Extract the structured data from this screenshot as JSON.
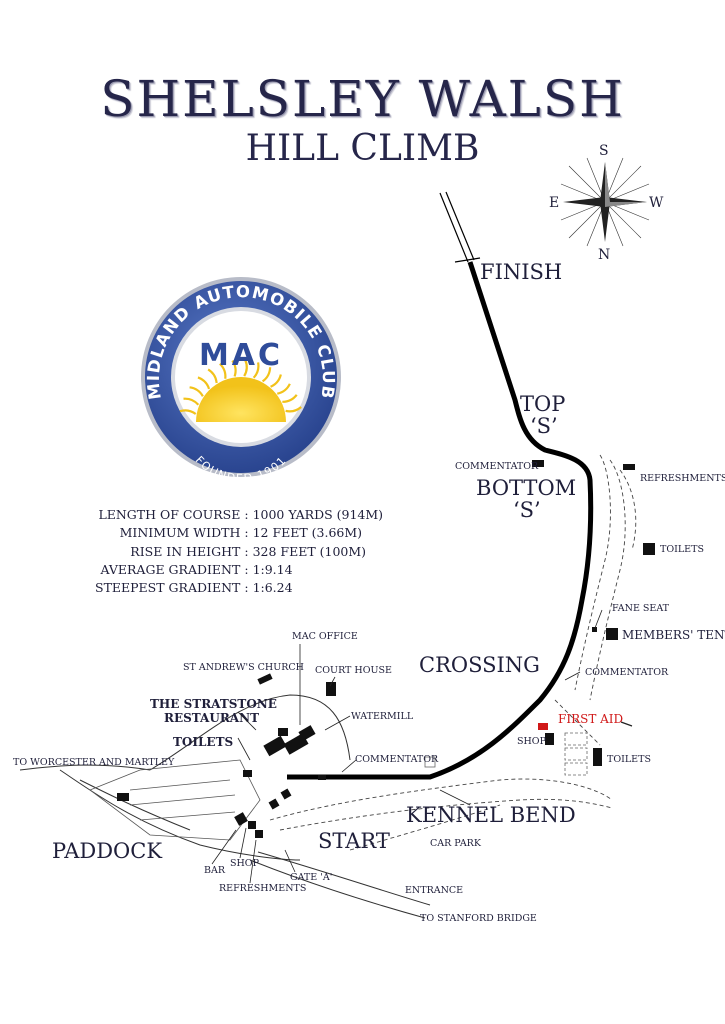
{
  "header": {
    "title": "SHELSLEY WALSH",
    "subtitle": "HILL CLIMB"
  },
  "logo": {
    "ring_text": "MIDLAND AUTOMOBILE CLUB",
    "center_text": "MAC",
    "founded_text": "FOUNDED 1901",
    "colors": {
      "ring": "#3a58a8",
      "center": "#ffffff",
      "sun": "#f2c21a",
      "letters": "#2f4c9a"
    }
  },
  "compass": {
    "north": "N",
    "south": "S",
    "east": "E",
    "west": "W"
  },
  "stats": [
    {
      "label": "LENGTH OF COURSE",
      "value": "1000 YARDS (914M)"
    },
    {
      "label": "MINIMUM WIDTH",
      "value": "12 FEET (3.66M)"
    },
    {
      "label": "RISE IN HEIGHT",
      "value": "328 FEET (100M)"
    },
    {
      "label": "AVERAGE GRADIENT",
      "value": "1:9.14"
    },
    {
      "label": "STEEPEST GRADIENT",
      "value": "1:6.24"
    }
  ],
  "course_labels": {
    "finish": "FINISH",
    "top_s_1": "TOP",
    "top_s_2": "‘S’",
    "bottom_s_1": "BOTTOM",
    "bottom_s_2": "‘S’",
    "crossing": "CROSSING",
    "kennel_bend": "KENNEL BEND",
    "start": "START",
    "paddock": "PADDOCK"
  },
  "place_labels": {
    "commentator_top": "COMMENTATOR",
    "refreshments_top": "REFRESHMENTS",
    "toilets_right": "TOILETS",
    "fane_seat": "FANE SEAT",
    "members_tent": "MEMBERS' TENT",
    "commentator_mid": "COMMENTATOR",
    "first_aid": "FIRST AID",
    "shop_right": "SHOP",
    "toilets_lower_right": "TOILETS",
    "mac_office": "MAC OFFICE",
    "st_andrews": "ST ANDREW'S CHURCH",
    "court_house": "COURT HOUSE",
    "stratstone_1": "THE STRATSTONE",
    "stratstone_2": "RESTAURANT",
    "watermill": "WATERMILL",
    "toilets_left": "TOILETS",
    "commentator_low": "COMMENTATOR",
    "to_worcester": "TO WORCESTER AND MARTLEY",
    "car_park": "CAR PARK",
    "bar": "BAR",
    "shop_left": "SHOP",
    "refreshments_low": "REFRESHMENTS",
    "gate_a": "GATE 'A'",
    "entrance": "ENTRANCE",
    "to_stanford": "TO STANFORD BRIDGE"
  },
  "colors": {
    "track": "#000000",
    "text": "#1f1f3a",
    "first_aid": "#d01818"
  }
}
